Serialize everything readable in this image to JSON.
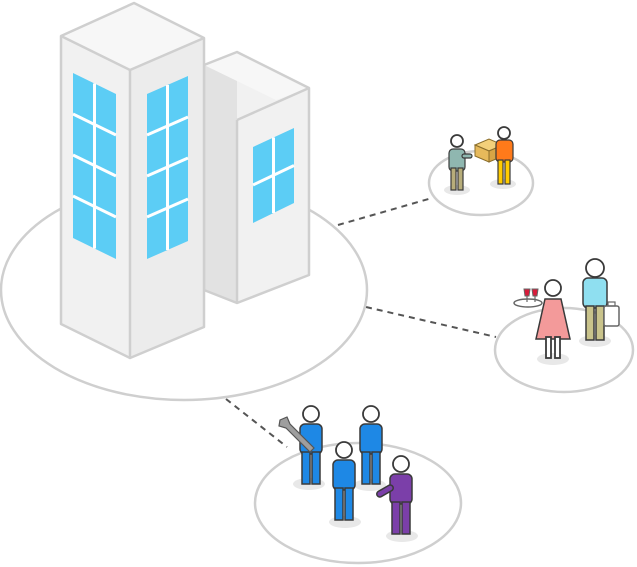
{
  "illustration": {
    "subject": "office-buildings-connected-to-service-groups",
    "groups": [
      {
        "id": "delivery",
        "icon": "package-handoff-icon"
      },
      {
        "id": "hospitality",
        "icon": "waiter-guest-icon"
      },
      {
        "id": "maintenance",
        "icon": "wrench-workers-icon"
      }
    ]
  },
  "colors": {
    "outline": "#cfcfcf",
    "window": "#5ccdf5",
    "window_frame": "#ffffff",
    "wall_light": "#f1f1f1",
    "wall_dark": "#dedede",
    "worker_blue": "#1e88e5",
    "worker_purple": "#7b3fa9",
    "courier_orange": "#ff7a1a",
    "courier_yellow": "#ffcc00",
    "receiver_teal": "#8fb7b0",
    "receiver_olive": "#b7ad7a",
    "guest_cyan": "#8fdff0",
    "guest_khaki": "#c9c38b",
    "waiter_pink": "#f39a9a",
    "wine_red": "#d81b3a",
    "skin": "#ffffff",
    "shadow": "#e8e8e8",
    "connector": "#555555"
  }
}
